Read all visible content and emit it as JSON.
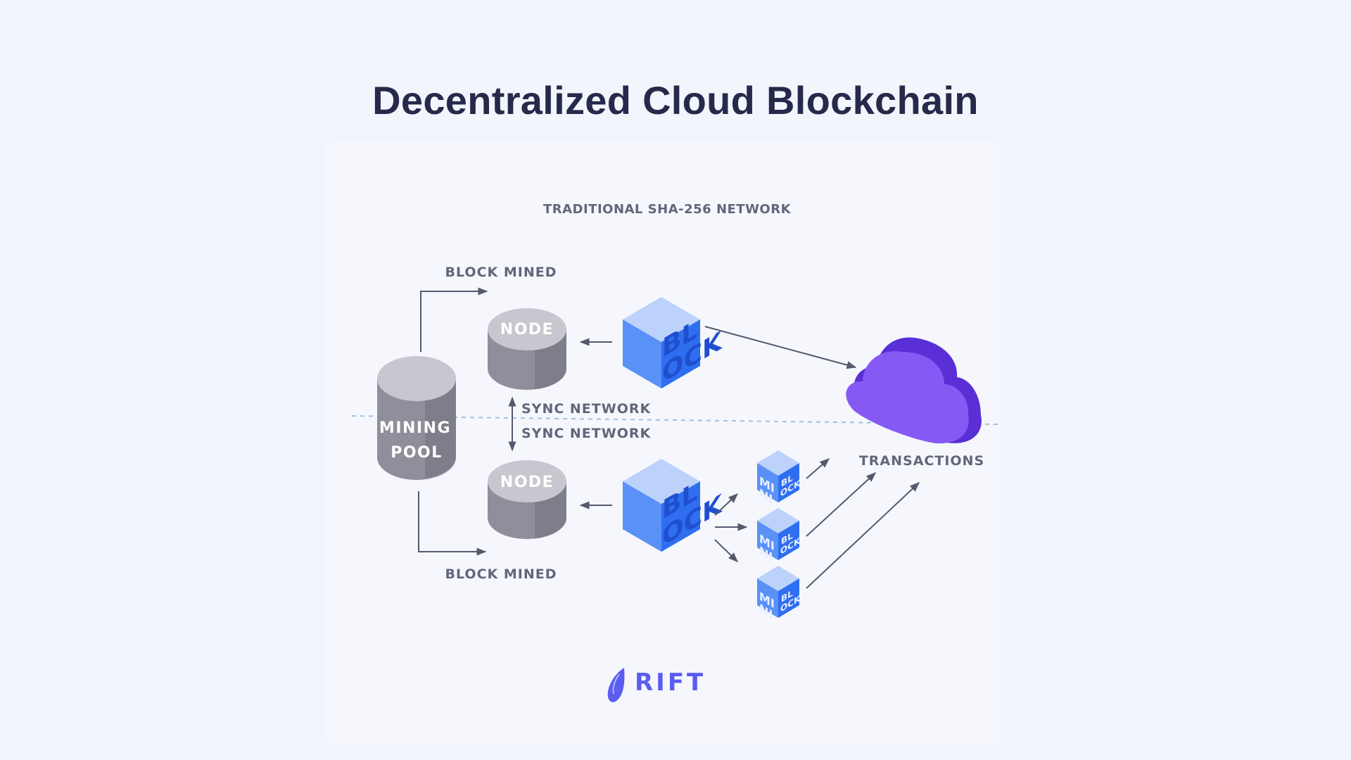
{
  "title": "Decentralized Cloud Blockchain",
  "diagram": {
    "subtitle": "TRADITIONAL SHA-256 NETWORK",
    "mining_pool": [
      "MINING",
      "POOL"
    ],
    "node_label": "NODE",
    "block_label_top": "BL",
    "block_label_bottom": "OCK",
    "mini_block_label_top": "MI",
    "mini_block_label_bottom": "NI",
    "mini_block_side_top": "BL",
    "mini_block_side_bottom": "OCK",
    "block_mined_top": "BLOCK MINED",
    "block_mined_bottom": "BLOCK MINED",
    "sync_top": "SYNC NETWORK",
    "sync_bottom": "SYNC NETWORK",
    "transactions": "TRANSACTIONS"
  },
  "logo": {
    "text": "RIFT"
  },
  "colors": {
    "cylinder": "#9a9ba6",
    "cube": "#3f7ff5",
    "cloud": "#7d4ff0",
    "logo": "#5b5cf0"
  }
}
